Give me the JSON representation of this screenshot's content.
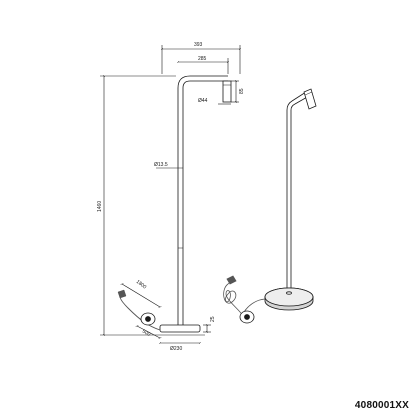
{
  "dimensions": {
    "total_width": "393",
    "arm_width": "285",
    "shade_diameter": "Ø44",
    "shade_height": "85",
    "pole_diameter": "Ø13.5",
    "total_height": "1460",
    "cable_length": "1800",
    "switch_distance": "500",
    "base_diameter": "Ø230",
    "base_height": "25"
  },
  "product_code": "4080001XX",
  "colors": {
    "line": "#1a1a1a",
    "base_fill": "#e6e6e6",
    "cable": "#555555"
  }
}
